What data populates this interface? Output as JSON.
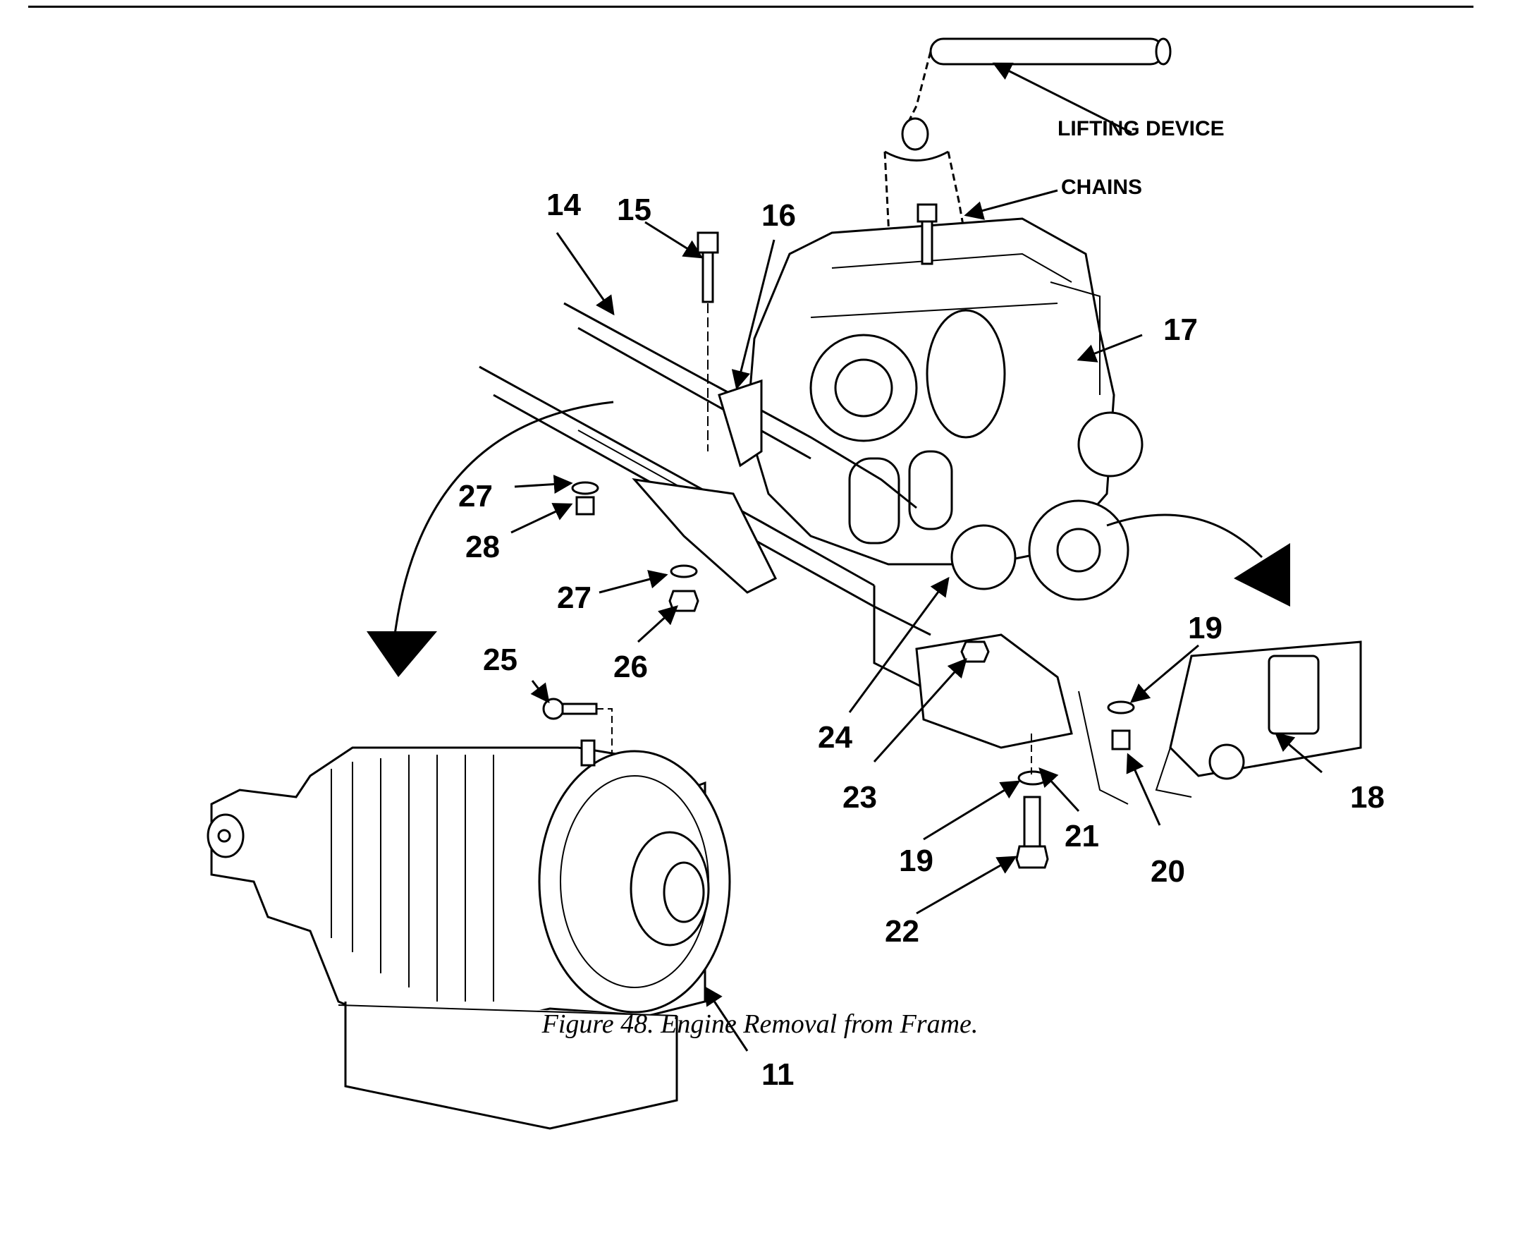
{
  "figure": {
    "caption": "Figure 48.  Engine Removal from Frame."
  },
  "callouts": {
    "lifting_device": "LIFTING DEVICE",
    "chains": "CHAINS",
    "c11": "11",
    "c14": "14",
    "c15": "15",
    "c16": "16",
    "c17": "17",
    "c18": "18",
    "c19a": "19",
    "c19b": "19",
    "c20": "20",
    "c21": "21",
    "c22": "22",
    "c23": "23",
    "c24": "24",
    "c25": "25",
    "c26": "26",
    "c27a": "27",
    "c27b": "27",
    "c28": "28"
  }
}
